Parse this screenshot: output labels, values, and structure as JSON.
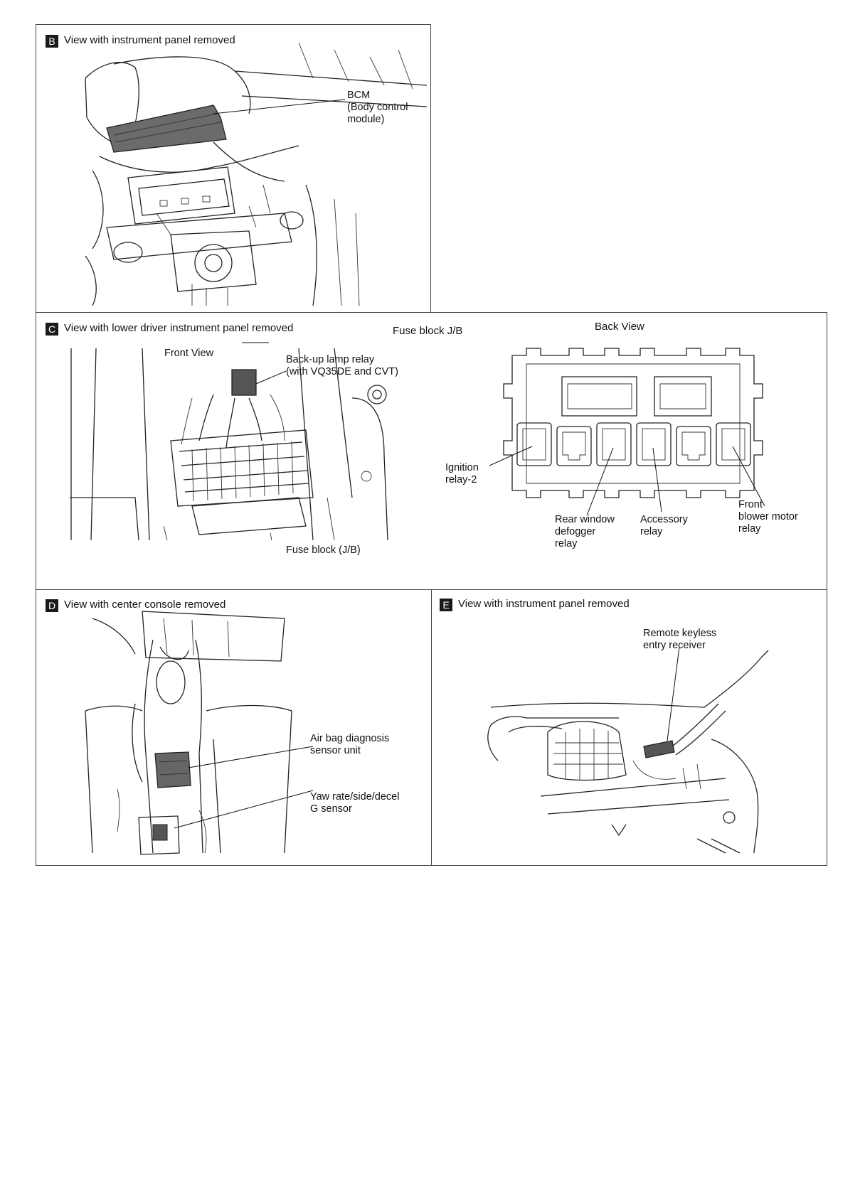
{
  "panels": {
    "B": {
      "letter": "B",
      "title": "View with instrument panel removed",
      "labels": {
        "bcm": "BCM\n(Body control\nmodule)"
      }
    },
    "C": {
      "letter": "C",
      "title": "View with lower driver instrument panel removed",
      "fuse_block_title": "Fuse block J/B",
      "back_view": "Back View",
      "front_view": "Front View",
      "labels": {
        "backup_lamp_relay": "Back-up lamp relay\n(with VQ35DE and CVT)",
        "fuse_block_jb": "Fuse block (J/B)",
        "ignition_relay_2": "Ignition\nrelay-2",
        "rear_window_defogger": "Rear window\ndefogger\nrelay",
        "accessory_relay": "Accessory\nrelay",
        "front_blower_motor": "Front\nblower motor\nrelay"
      }
    },
    "D": {
      "letter": "D",
      "title": "View with center console removed",
      "labels": {
        "airbag_unit": "Air bag diagnosis\nsensor unit",
        "yaw_rate_sensor": "Yaw rate/side/decel\nG sensor"
      }
    },
    "E": {
      "letter": "E",
      "title": "View with instrument panel removed",
      "labels": {
        "keyless_receiver": "Remote keyless\nentry receiver"
      }
    }
  }
}
